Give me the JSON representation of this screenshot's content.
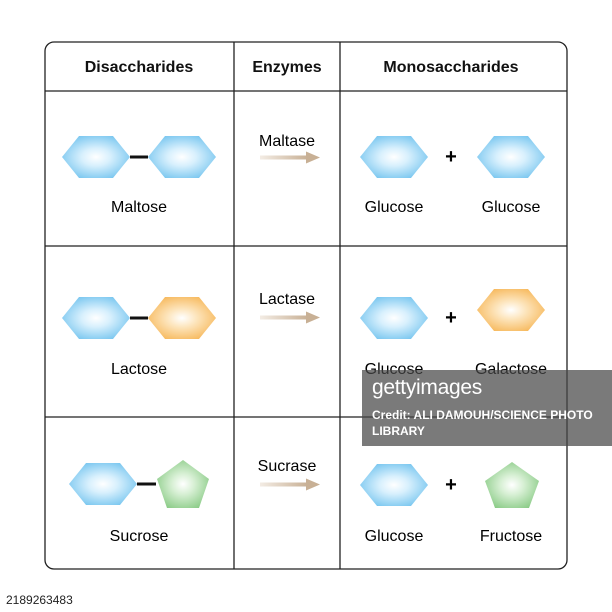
{
  "table": {
    "headers": [
      "Disaccharides",
      "Enzymes",
      "Monosaccharides"
    ],
    "rows": [
      {
        "disaccharide": "Maltose",
        "disaccharide_units": [
          "hexagon-blue",
          "hexagon-blue"
        ],
        "enzyme": "Maltase",
        "products": [
          {
            "name": "Glucose",
            "shape": "hexagon-blue"
          },
          {
            "name": "Glucose",
            "shape": "hexagon-blue"
          }
        ]
      },
      {
        "disaccharide": "Lactose",
        "disaccharide_units": [
          "hexagon-blue",
          "hexagon-orange"
        ],
        "enzyme": "Lactase",
        "products": [
          {
            "name": "Glucose",
            "shape": "hexagon-blue"
          },
          {
            "name": "Galactose",
            "shape": "hexagon-orange"
          }
        ]
      },
      {
        "disaccharide": "Sucrose",
        "disaccharide_units": [
          "hexagon-blue",
          "pentagon-green"
        ],
        "enzyme": "Sucrase",
        "products": [
          {
            "name": "Glucose",
            "shape": "hexagon-blue"
          },
          {
            "name": "Fructose",
            "shape": "pentagon-green"
          }
        ]
      }
    ],
    "plus_sign": "+"
  },
  "colors": {
    "glucose_blue": "#7cc8f0",
    "galactose_orange": "#f7b95c",
    "fructose_green": "#8fcf8a",
    "arrow": "#cdb9a2",
    "grid": "#222222"
  },
  "watermark": {
    "brand": "gettyimages",
    "credit": "Credit: ALI DAMOUH/SCIENCE PHOTO LIBRARY"
  },
  "image_id": "2189263483"
}
